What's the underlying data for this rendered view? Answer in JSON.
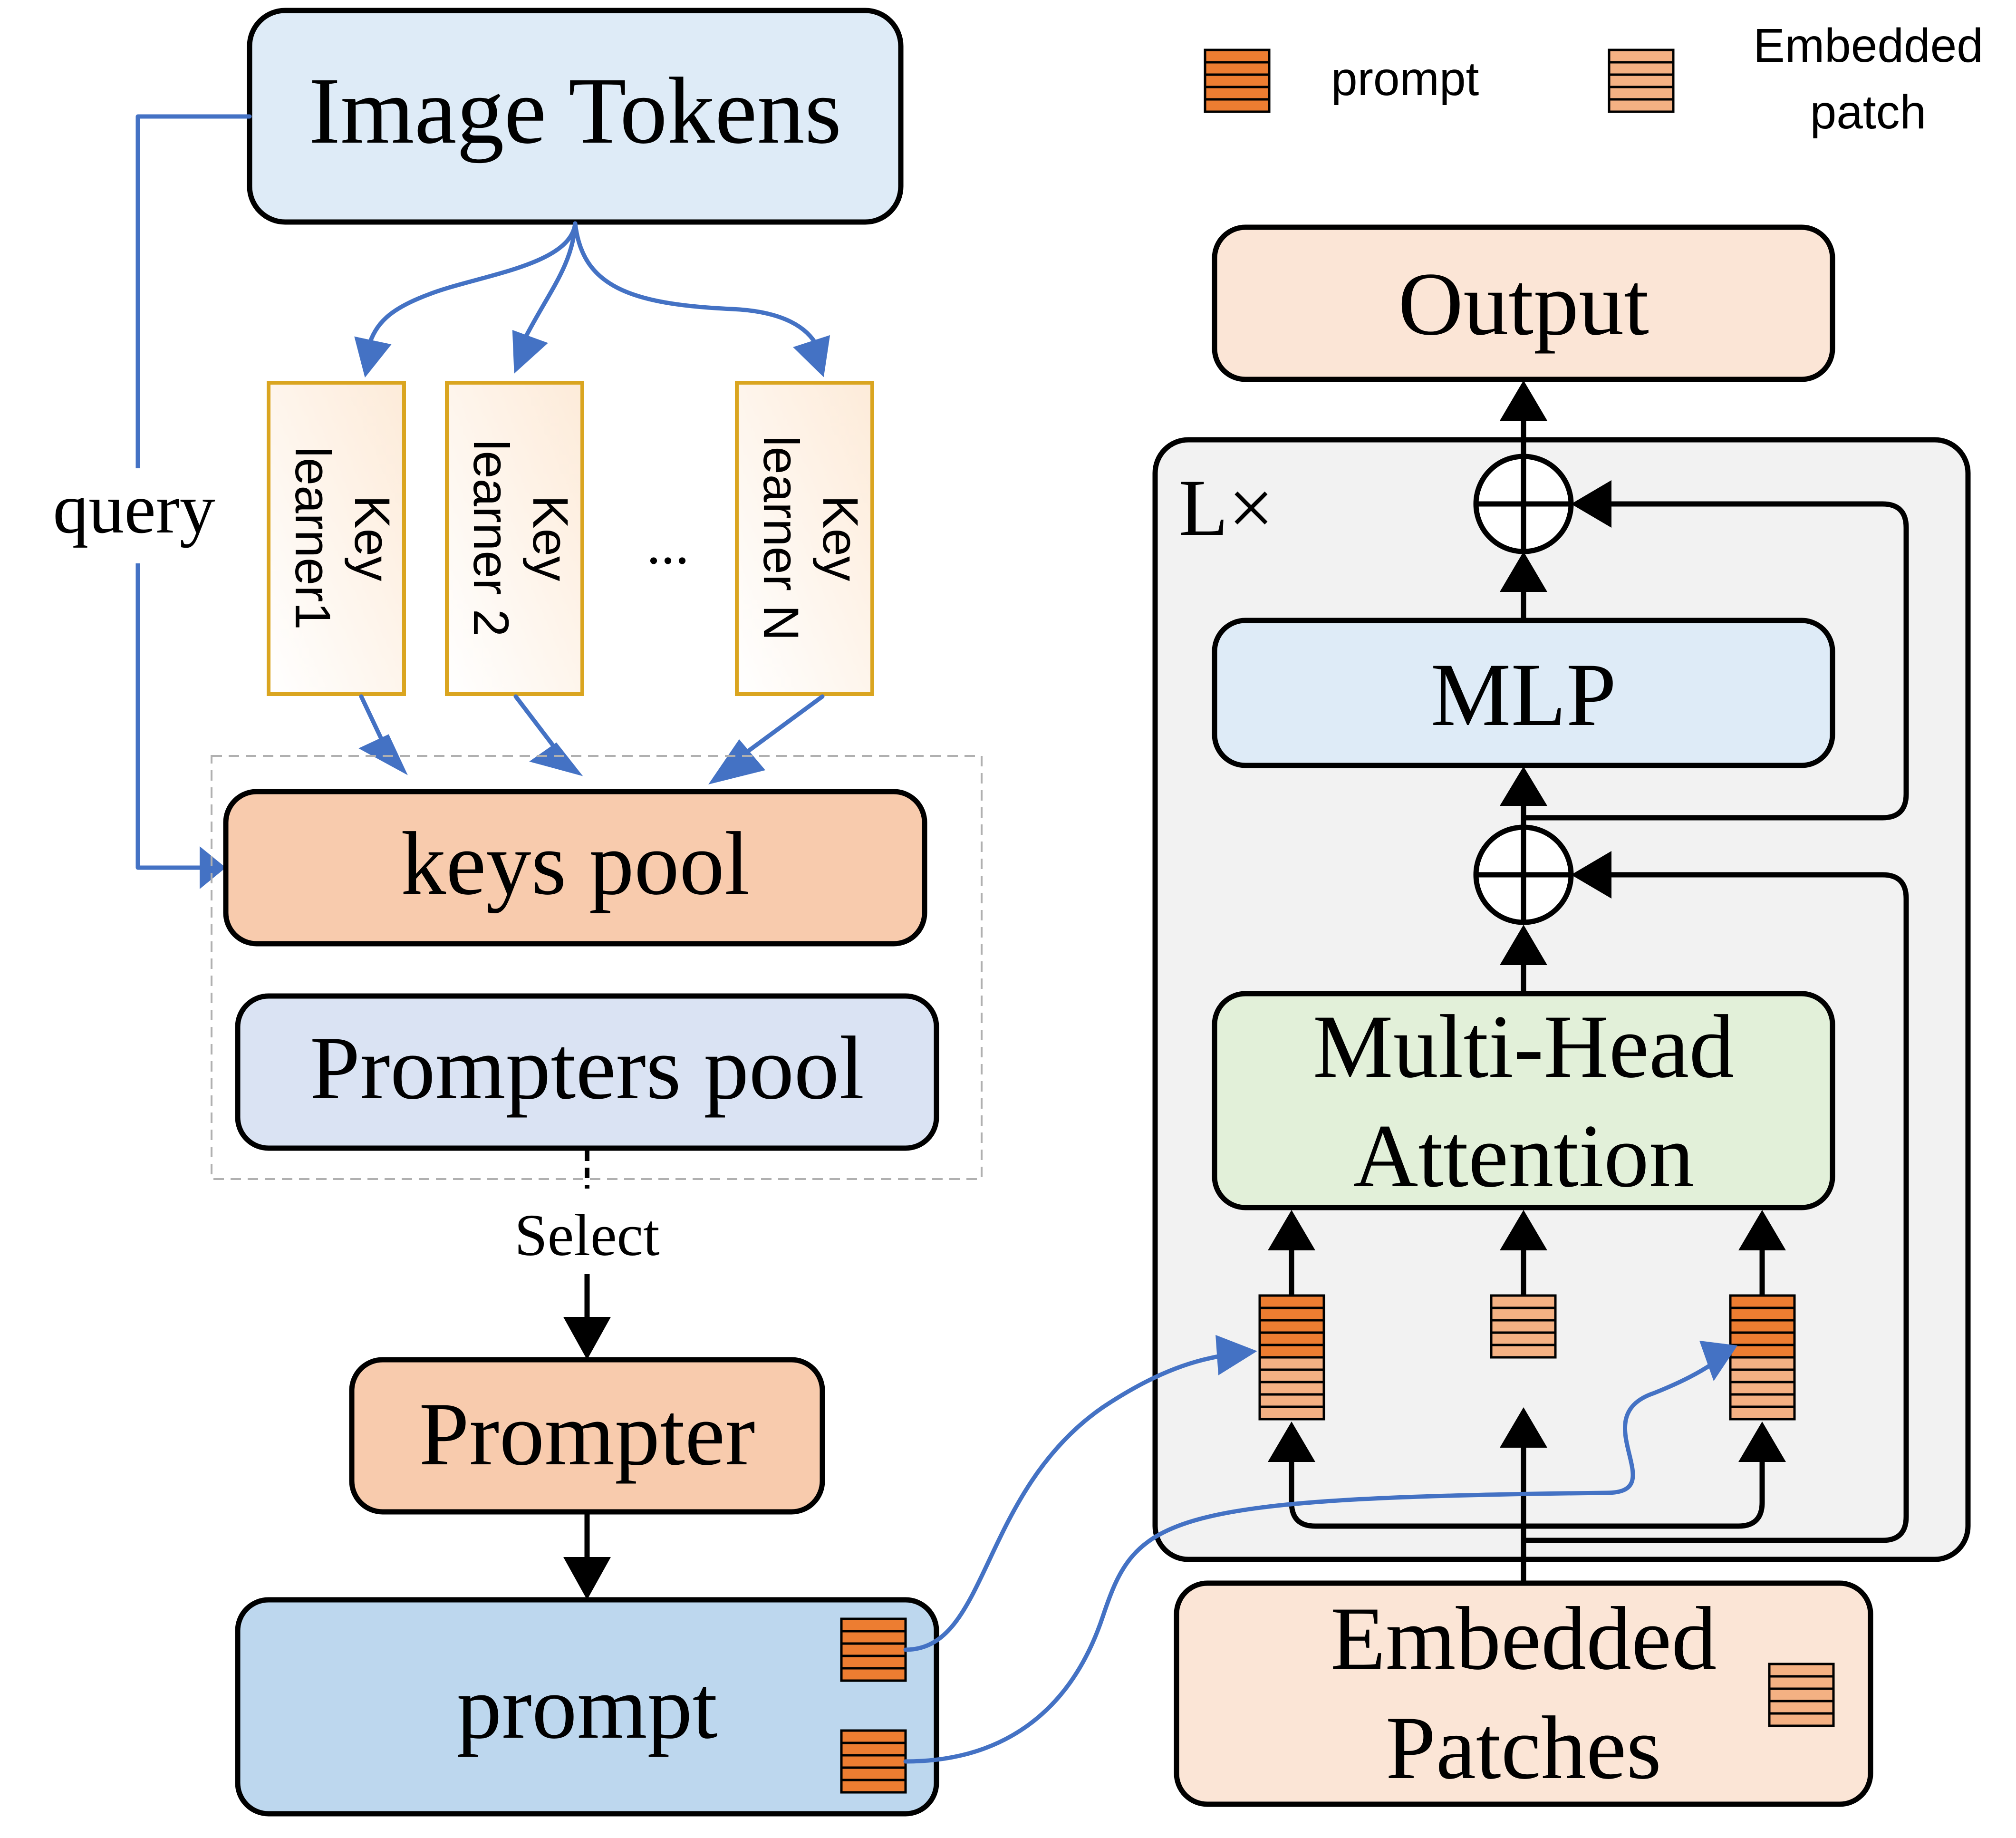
{
  "legend": {
    "prompt_label": "prompt",
    "embedded_patch_label_line1": "Embedded",
    "embedded_patch_label_line2": "patch"
  },
  "left": {
    "image_tokens": "Image Tokens",
    "query_label": "query",
    "key_learners": [
      {
        "line1": "Key",
        "line2": "learner1"
      },
      {
        "line1": "Key",
        "line2": "learner 2"
      },
      {
        "line1": "Key",
        "line2": "learner N"
      }
    ],
    "ellipsis": "...",
    "keys_pool": "keys pool",
    "prompters_pool": "Prompters pool",
    "select_label": "Select",
    "prompter": "Prompter",
    "prompt_box": "prompt"
  },
  "right": {
    "output": "Output",
    "repeat_label": "L×",
    "mlp": "MLP",
    "attention_line1": "Multi-Head",
    "attention_line2": "Attention",
    "embedded_line1": "Embedded",
    "embedded_line2": "Patches"
  },
  "colors": {
    "prompt_token": "#ED7D31",
    "patch_token": "#F4B183",
    "connector_blue": "#4472C4",
    "key_learner_border": "#DAA520"
  }
}
